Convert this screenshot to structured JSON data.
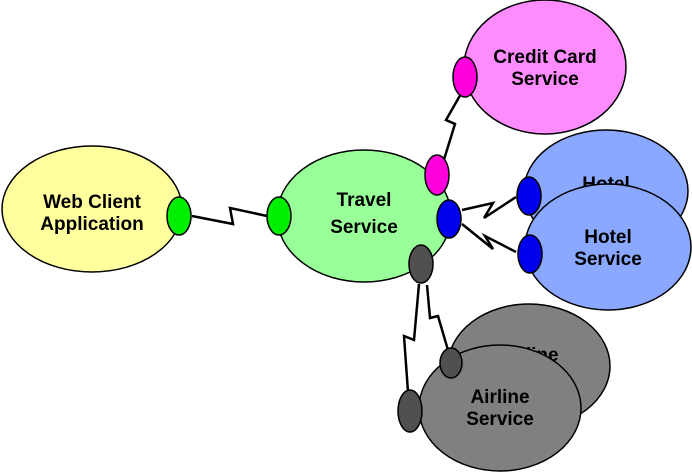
{
  "nodes": {
    "web_client": {
      "line1": "Web Client",
      "line2": "Application",
      "fill": "#ffff9e"
    },
    "travel": {
      "line1": "Travel",
      "line2": "Service",
      "fill": "#99ff99"
    },
    "credit_card": {
      "line1": "Credit Card",
      "line2": "Service",
      "fill": "#ff8cff"
    },
    "hotel_back": {
      "line1": "Hotel",
      "fill": "#8aa8ff"
    },
    "hotel_front": {
      "line1": "Hotel",
      "line2": "Service",
      "fill": "#8aa8ff"
    },
    "airline_back": {
      "line1": "Airline",
      "fill": "#808080"
    },
    "airline_front": {
      "line1": "Airline",
      "line2": "Service",
      "fill": "#808080"
    }
  },
  "port_colors": {
    "green": "#00ee00",
    "magenta": "#ff00dd",
    "blue": "#0000ee",
    "gray": "#505050"
  }
}
